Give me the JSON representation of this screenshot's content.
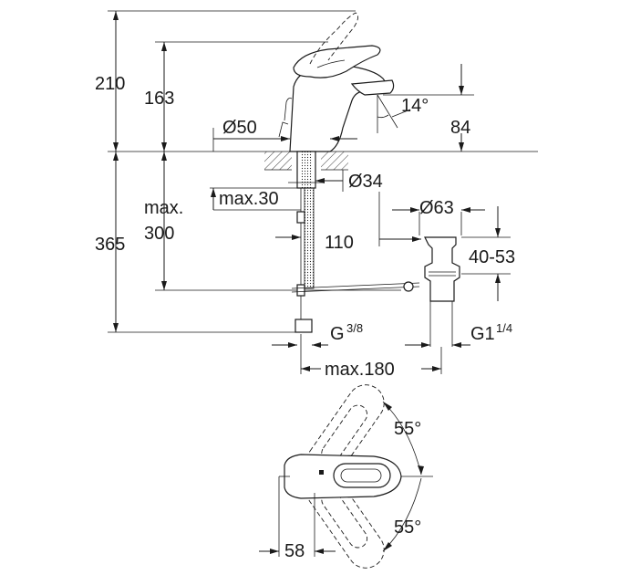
{
  "drawing": {
    "labels": {
      "h210": "210",
      "h163": "163",
      "d50": "Ø50",
      "angle14": "14°",
      "h84": "84",
      "d34": "Ø34",
      "max30": "max.30",
      "max": "max.",
      "max300": "300",
      "h365": "365",
      "h110": "110",
      "d63": "Ø63",
      "range4053": "40-53",
      "g38_main": "G",
      "g38_frac": "3/8",
      "g114_main": "G1",
      "g114_frac": "1/4",
      "max180": "max.180",
      "angle55_top": "55°",
      "angle55_bottom": "55°",
      "w58": "58"
    }
  }
}
